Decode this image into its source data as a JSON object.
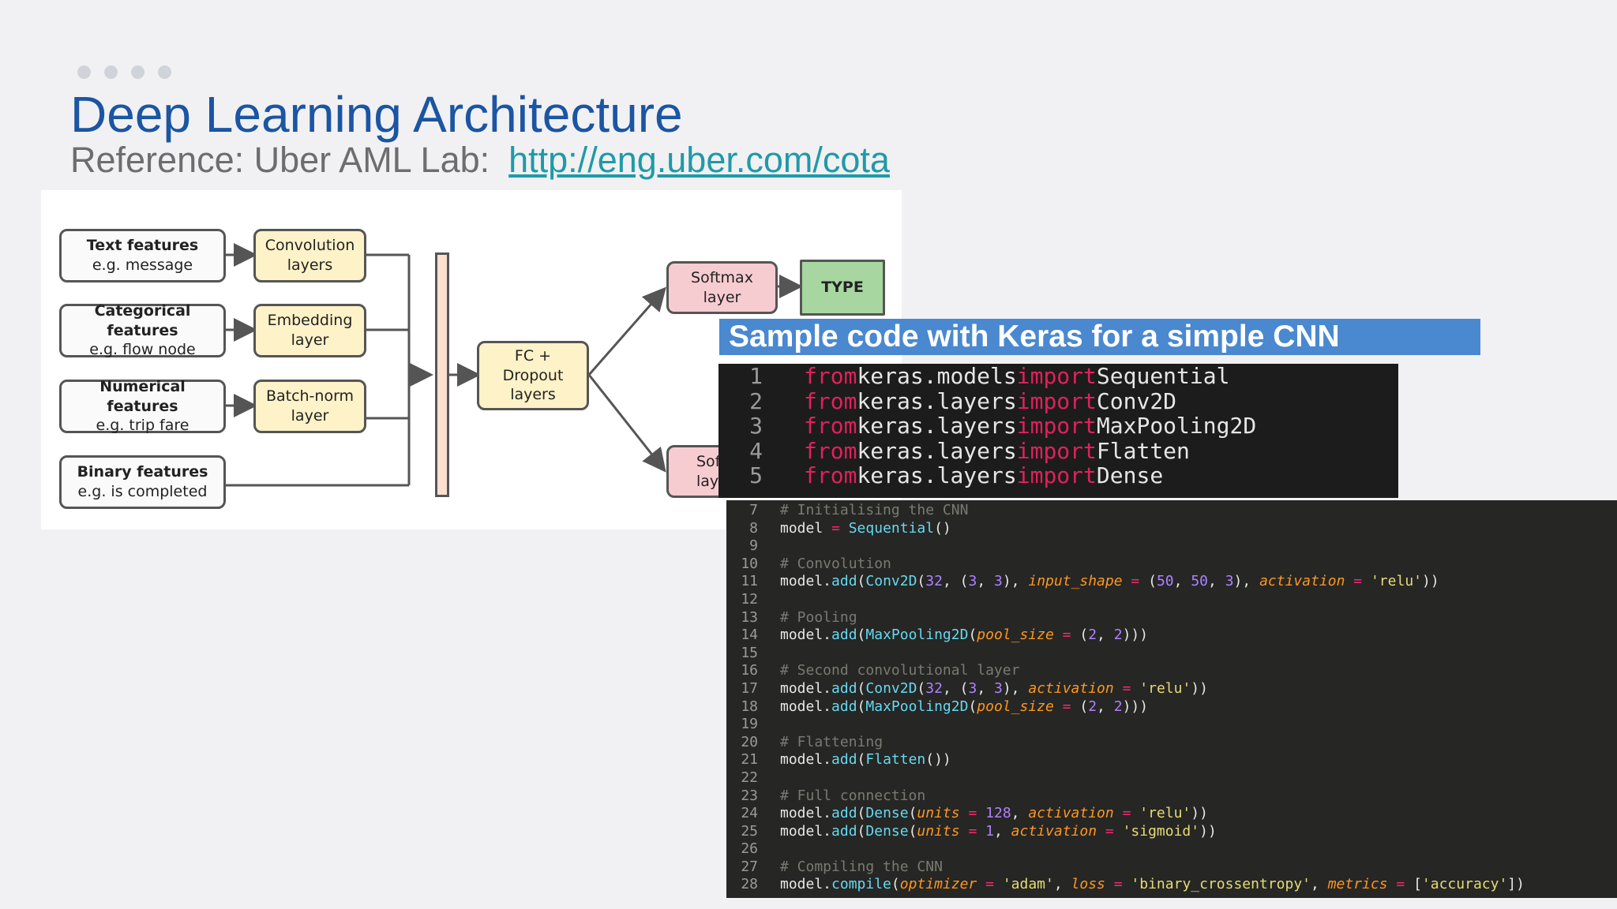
{
  "slide": {
    "title": "Deep Learning Architecture",
    "subtitle_prefix": "Reference: Uber AML Lab:",
    "subtitle_link": "http://eng.uber.com/cota"
  },
  "diagram": {
    "features": [
      {
        "title": "Text features",
        "sub": "e.g. message"
      },
      {
        "title": "Categorical features",
        "sub": "e.g. flow node"
      },
      {
        "title": "Numerical features",
        "sub": "e.g. trip fare"
      },
      {
        "title": "Binary features",
        "sub": "e.g. is completed"
      }
    ],
    "layers": [
      {
        "line1": "Convolution",
        "line2": "layers"
      },
      {
        "line1": "Embedding",
        "line2": "layer"
      },
      {
        "line1": "Batch-norm",
        "line2": "layer"
      }
    ],
    "fc": {
      "line1": "FC +",
      "line2": "Dropout",
      "line3": "layers"
    },
    "softmax_top": {
      "line1": "Softmax",
      "line2": "layer"
    },
    "softmax_bottom": {
      "line1": "Soft",
      "line2": "lay"
    },
    "type_label": "TYPE"
  },
  "code_header": "Sample code with Keras for a simple CNN",
  "code_imports": [
    {
      "n": "1",
      "from": "from",
      "mod": "keras.models",
      "imp": "import",
      "name": "Sequential"
    },
    {
      "n": "2",
      "from": "from",
      "mod": "keras.layers",
      "imp": "import",
      "name": "Conv2D"
    },
    {
      "n": "3",
      "from": "from",
      "mod": "keras.layers",
      "imp": "import",
      "name": "MaxPooling2D"
    },
    {
      "n": "4",
      "from": "from",
      "mod": "keras.layers",
      "imp": "import",
      "name": "Flatten"
    },
    {
      "n": "5",
      "from": "from",
      "mod": "keras.layers",
      "imp": "import",
      "name": "Dense"
    }
  ],
  "code_body": [
    {
      "n": "7",
      "text": "# Initialising the CNN"
    },
    {
      "n": "8",
      "text": "model = Sequential()"
    },
    {
      "n": "9",
      "text": ""
    },
    {
      "n": "10",
      "text": "# Convolution"
    },
    {
      "n": "11",
      "text": "model.add(Conv2D(32, (3, 3), input_shape = (50, 50, 3), activation = 'relu'))"
    },
    {
      "n": "12",
      "text": ""
    },
    {
      "n": "13",
      "text": "# Pooling"
    },
    {
      "n": "14",
      "text": "model.add(MaxPooling2D(pool_size = (2, 2)))"
    },
    {
      "n": "15",
      "text": ""
    },
    {
      "n": "16",
      "text": "# Second convolutional layer"
    },
    {
      "n": "17",
      "text": "model.add(Conv2D(32, (3, 3), activation = 'relu'))"
    },
    {
      "n": "18",
      "text": "model.add(MaxPooling2D(pool_size = (2, 2)))"
    },
    {
      "n": "19",
      "text": ""
    },
    {
      "n": "20",
      "text": "# Flattening"
    },
    {
      "n": "21",
      "text": "model.add(Flatten())"
    },
    {
      "n": "22",
      "text": ""
    },
    {
      "n": "23",
      "text": "# Full connection"
    },
    {
      "n": "24",
      "text": "model.add(Dense(units = 128, activation = 'relu'))"
    },
    {
      "n": "25",
      "text": "model.add(Dense(units = 1, activation = 'sigmoid'))"
    },
    {
      "n": "26",
      "text": ""
    },
    {
      "n": "27",
      "text": "# Compiling the CNN"
    },
    {
      "n": "28",
      "text": "model.compile(optimizer = 'adam', loss = 'binary_crossentropy', metrics = ['accuracy'])"
    }
  ]
}
